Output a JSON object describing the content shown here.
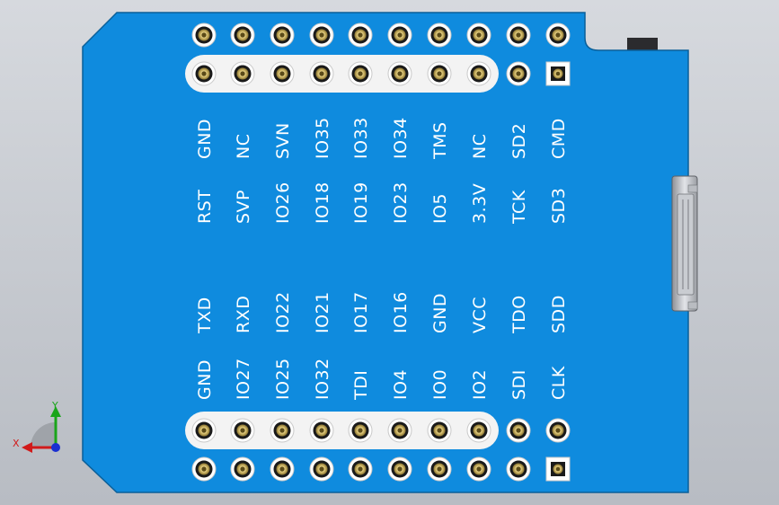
{
  "board": {
    "top_header_outer": [
      "pad",
      "pad",
      "pad",
      "pad",
      "pad",
      "pad",
      "pad",
      "pad",
      "pad",
      "pad"
    ],
    "top_header_inner": [
      "pad",
      "pad",
      "pad",
      "pad",
      "pad",
      "pad",
      "pad",
      "pad",
      "pad",
      "square-pad"
    ],
    "label_columns": [
      {
        "upper": "GND",
        "lower": "RST"
      },
      {
        "upper": "NC",
        "lower": "SVP"
      },
      {
        "upper": "SVN",
        "lower": "IO26"
      },
      {
        "upper": "IO35",
        "lower": "IO18"
      },
      {
        "upper": "IO33",
        "lower": "IO19"
      },
      {
        "upper": "IO34",
        "lower": "IO23"
      },
      {
        "upper": "TMS",
        "lower": "IO5"
      },
      {
        "upper": "NC",
        "lower": "3.3V"
      },
      {
        "upper": "SD2",
        "lower": "TCK"
      },
      {
        "upper": "CMD",
        "lower": "SD3"
      }
    ],
    "bottom_label_columns": [
      {
        "upper": "TXD",
        "lower": "GND"
      },
      {
        "upper": "RXD",
        "lower": "IO27"
      },
      {
        "upper": "IO22",
        "lower": "IO25"
      },
      {
        "upper": "IO21",
        "lower": "IO32"
      },
      {
        "upper": "IO17",
        "lower": "TDI"
      },
      {
        "upper": "IO16",
        "lower": "IO4"
      },
      {
        "upper": "GND",
        "lower": "IO0"
      },
      {
        "upper": "VCC",
        "lower": "IO2"
      },
      {
        "upper": "TDO",
        "lower": "SDI"
      },
      {
        "upper": "SDD",
        "lower": "CLK"
      }
    ]
  },
  "triad": {
    "x_label": "X",
    "y_label": "Y"
  },
  "colors": {
    "board": "#0f8bde",
    "board_edge": "#0a6fb5",
    "header_strip": "#f3f3f3",
    "pad_gold": "#d8c070",
    "background": "#c7cad0"
  }
}
